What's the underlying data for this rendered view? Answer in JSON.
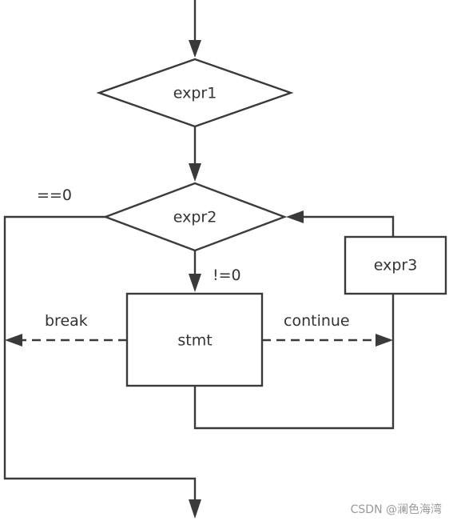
{
  "diagram": {
    "nodes": {
      "expr1": {
        "label": "expr1"
      },
      "expr2": {
        "label": "expr2"
      },
      "stmt": {
        "label": "stmt"
      },
      "expr3": {
        "label": "expr3"
      }
    },
    "edge_labels": {
      "false_branch": "==0",
      "true_branch": "!=0",
      "break": "break",
      "continue": "continue"
    }
  },
  "watermark": "CSDN @澜色海湾",
  "colors": {
    "stroke": "#3a3a3a",
    "text": "#333333",
    "watermark": "#9a9a9a",
    "background": "#ffffff"
  }
}
